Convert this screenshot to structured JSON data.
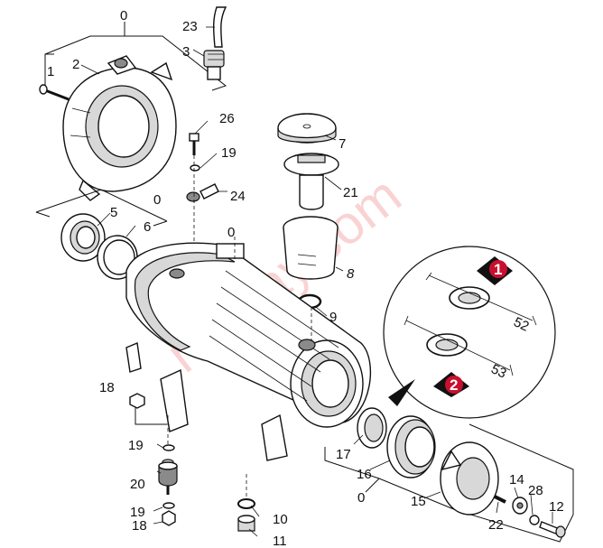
{
  "watermark": "ne-eay.com",
  "part_numbers": {
    "n0a": "0",
    "n0b": "0",
    "n0c": "0",
    "n0d": "0",
    "n1": "1",
    "n2": "2",
    "n3": "3",
    "n5": "5",
    "n6": "6",
    "n7": "7",
    "n8": "8",
    "n9": "9",
    "n10": "10",
    "n11": "11",
    "n12": "12",
    "n14": "14",
    "n15": "15",
    "n16": "16",
    "n17": "17",
    "n18a": "18",
    "n18b": "18",
    "n19a": "19",
    "n19b": "19",
    "n19c": "19",
    "n20": "20",
    "n21": "21",
    "n22": "22",
    "n23": "23",
    "n24": "24",
    "n26": "26",
    "n28": "28"
  },
  "detail": {
    "badge1": "1",
    "badge2": "2",
    "dim1": "52",
    "dim2": "53"
  }
}
